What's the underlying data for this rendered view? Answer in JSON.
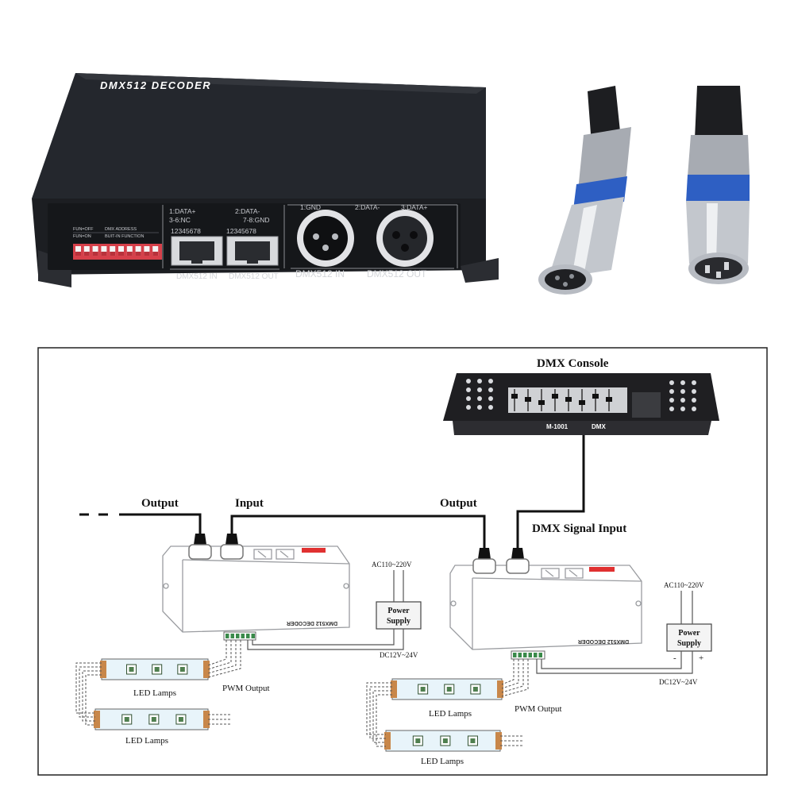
{
  "product": {
    "title": "DMX512 DECODER",
    "dip_labels": {
      "line1": "FUN=OFF",
      "line2": "FUN=ON",
      "line3": "DMX ADDRESS",
      "line4": "BUIT-IN FUNCTION"
    },
    "rj45_pins_left": {
      "a": "1:DATA+",
      "b": "3-6:NC"
    },
    "rj45_pins_right": {
      "a": "2:DATA-",
      "b": "7-8:GND"
    },
    "rj45_numbers": "12345678",
    "rj45_in_label": "DMX512 IN",
    "rj45_out_label": "DMX512 OUT",
    "xlr_pins": {
      "gnd": "1:GND",
      "minus": "2:DATA-",
      "plus": "3:DATA+"
    },
    "xlr_in_label": "DMX512 IN",
    "xlr_out_label": "DMX512 OUT"
  },
  "diagram": {
    "console_title": "DMX Console",
    "console_model": "M-1001",
    "console_dmx": "DMX",
    "output_left": "Output",
    "input_left": "Input",
    "output_right": "Output",
    "dmx_signal_input": "DMX Signal Input",
    "decoder_label": "DMX512 DECODER",
    "ac_left": "AC110~220V",
    "ac_right": "AC110~220V",
    "power_supply_line1": "Power",
    "power_supply_line2": "Supply",
    "dc_left": "DC12V~24V",
    "dc_right": "DC12V~24V",
    "pwm_left": "PWM Output",
    "pwm_right": "PWM Output",
    "led_lamps": "LED Lamps",
    "minus_sign": "-",
    "plus_sign": "+"
  }
}
